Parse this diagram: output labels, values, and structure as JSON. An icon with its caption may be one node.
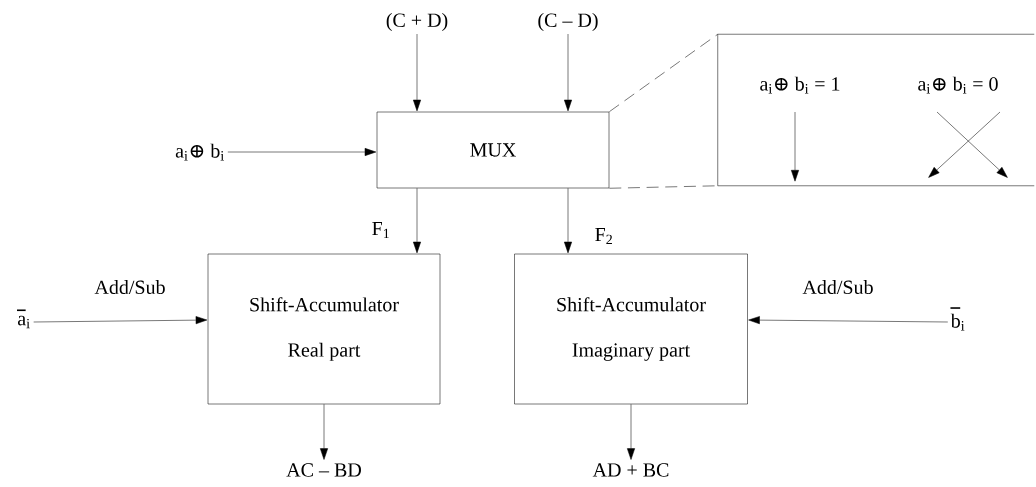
{
  "diagram": {
    "nodes": [
      {
        "text": [
          "(C + D)"
        ]
      },
      {
        "text": [
          "(C – D)"
        ]
      },
      {
        "text": [
          "a$_{i}$⊕ b$_{i}$"
        ]
      },
      {
        "text": [
          "MUX"
        ]
      },
      {
        "text": [
          "Shift-Accumulator",
          "Real part"
        ]
      },
      {
        "text": [
          "Shift-Accumulator",
          "Imaginary part"
        ]
      },
      {
        "text": [
          "a$_{i}$"
        ]
      },
      {
        "text": [
          "b$_{i}$"
        ]
      },
      {
        "text": [
          "AC – BD"
        ]
      },
      {
        "text": [
          "AD + BC"
        ]
      },
      {
        "text": [
          "a$_{i}$⊕ b$_{i}$ = 1",
          "a$_{i}$⊕ b$_{i}$ = 0"
        ]
      }
    ],
    "edges": [
      {
        "from": 0,
        "to": 3,
        "arrow": "to"
      },
      {
        "from": 1,
        "to": 3,
        "arrow": "to"
      },
      {
        "from": 2,
        "to": 3,
        "arrow": "to"
      },
      {
        "from": 3,
        "to": 4,
        "arrow": "to",
        "label": "F$_{1}$"
      },
      {
        "from": 3,
        "to": 5,
        "arrow": "to",
        "label": "F$_{2}$"
      },
      {
        "from": 6,
        "to": 4,
        "arrow": "to",
        "label": "Add/Sub"
      },
      {
        "from": 7,
        "to": 5,
        "arrow": "to",
        "label": "Add/Sub"
      },
      {
        "from": 4,
        "to": 8,
        "arrow": "to"
      },
      {
        "from": 5,
        "to": 9,
        "arrow": "to"
      },
      {
        "from": 3,
        "to": 10,
        "arrow": "none",
        "style": "dashed"
      },
      {
        "from": 3,
        "to": 10,
        "arrow": "none",
        "style": "dashed"
      }
    ]
  }
}
